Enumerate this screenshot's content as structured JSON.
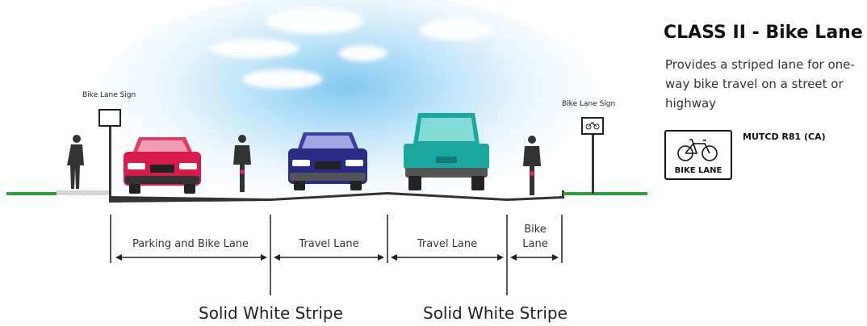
{
  "diagram": {
    "left_sign_label": "Bike Lane Sign",
    "right_sign_label": "Bike Lane Sign",
    "lanes": [
      {
        "label_line1": "Parking and Bike Lane",
        "label_line2": ""
      },
      {
        "label_line1": "Travel Lane",
        "label_line2": ""
      },
      {
        "label_line1": "Travel Lane",
        "label_line2": ""
      },
      {
        "label_line1": "Bike",
        "label_line2": "Lane"
      }
    ],
    "stripes": [
      "Solid White Stripe",
      "Solid White Stripe"
    ],
    "colors": {
      "grass": "#2e9e3e",
      "road": "#333333",
      "red_car": "#d81b4b",
      "blue_car": "#2a2a87",
      "teal_truck": "#1aa7a0",
      "figure": "#333333"
    }
  },
  "info": {
    "title": "CLASS II - Bike Lane",
    "description": "Provides a striped lane for one-way bike travel on a street or highway",
    "sign_text": "BIKE LANE",
    "sign_code": "MUTCD R81 (CA)"
  }
}
